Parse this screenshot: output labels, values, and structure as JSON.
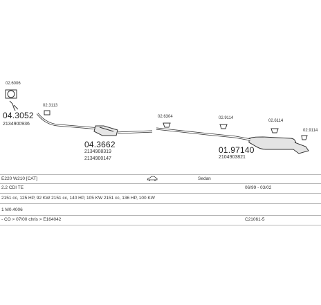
{
  "parts": {
    "p1": {
      "part_no": "04.3052",
      "oem": "2134900936",
      "clamp": "02.6006"
    },
    "p1_clamp2": "02.3113",
    "p2": {
      "part_no": "04.3662",
      "oem1": "2134908319",
      "oem2": "2134900147"
    },
    "p2_clamp": "02.6304",
    "p3_clamp1": "02.9114",
    "p3": {
      "part_no": "01.97140",
      "oem": "2104903821"
    },
    "p3_clamp2": "02.6114",
    "p3_clamp3": "02.9114"
  },
  "info": {
    "model": "E220 W210 [CAT]",
    "body": "Sedan",
    "engine": "2.2 CDI TE",
    "years": "06/99 - 03/02",
    "specs": "2151 cc, 125 HP, 92 KW 2151 cc, 140 HP, 105 KW 2151 cc, 136 HP, 100 KW",
    "code": "1 M0.4006",
    "cat_note": "- CO > 07/00 chris > E164042",
    "ref": "C21061-5"
  },
  "icons": {
    "car": "sedan-car-icon"
  }
}
